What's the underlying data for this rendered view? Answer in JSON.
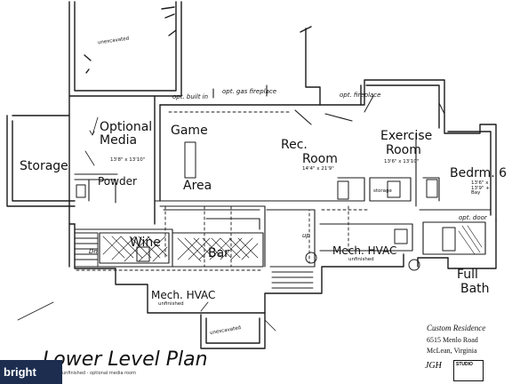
{
  "rooms": {
    "unexcavated_top": "unexcavated",
    "unexcavated_bottom": "unexcavated",
    "optional_media": "Optional Media",
    "optional_media_dims": "13'8\" x 13'10\"",
    "game_area_1": "Game",
    "game_area_2": "Area",
    "rec_room_1": "Rec.",
    "rec_room_2": "Room",
    "rec_room_dims": "14'4\" x 21'9\"",
    "exercise_room_1": "Exercise",
    "exercise_room_2": "Room",
    "exercise_dims": "13'6\" x 13'10\"",
    "storage_left": "Storage",
    "powder": "Powder",
    "bedroom": "Bedrm. 6",
    "bedroom_dims": "13'6\" x 13'9\" + Bay",
    "storage_small": "Storage",
    "wine": "Wine",
    "bar": "Bar",
    "mech_hvac_right": "Mech. HVAC",
    "mech_hvac_left": "Mech. HVAC",
    "unfinished_1": "unfinished",
    "unfinished_2": "unfinished",
    "full_bath_1": "Full",
    "full_bath_2": "Bath",
    "storage_tag": "storage"
  },
  "notes": {
    "built_in": "opt. built in",
    "fireplace": "opt. gas fireplace",
    "fireplace_2": "opt. fireplace",
    "dn": "Dn",
    "up": "up",
    "opt_door": "opt. door"
  },
  "title_block": {
    "title": "Lower Level Plan",
    "subtitle": "unfinished - optional media room",
    "project": "Custom Residence",
    "address1": "6515 Menlo Road",
    "address2": "McLean, Virginia",
    "signature": "JGH",
    "studio": "STUDIO"
  },
  "watermark": "bright"
}
